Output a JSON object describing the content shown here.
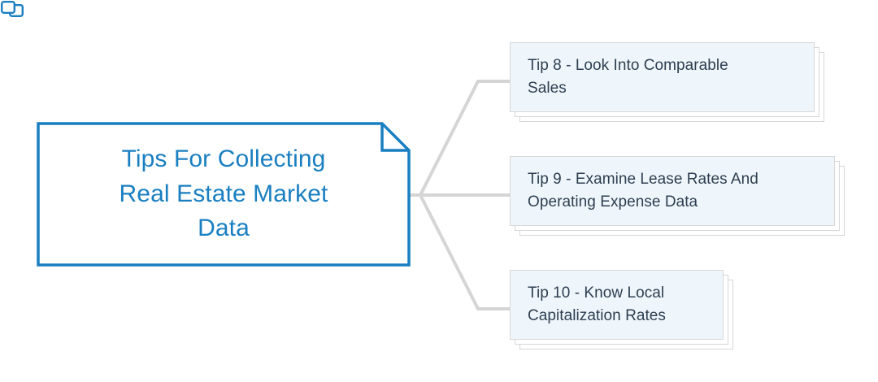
{
  "diagram": {
    "type": "mind-map",
    "background_color": "#ffffff",
    "root": {
      "label": "Tips For Collecting\nReal Estate Market\nData",
      "text_color": "#1a7fc1",
      "border_color": "#1a7fc1",
      "fill_color": "#ffffff",
      "shape": "note-with-folded-corner",
      "icon": "copy-icon",
      "icon_color": "#1a7fc1"
    },
    "connector_color": "#d5d5d5",
    "branches": [
      {
        "id": "tip-8",
        "label": "Tip 8 - Look Into Comparable\nSales",
        "text_color": "#2d3e50",
        "fill_color": "#eff6fb",
        "border_color": "#d7d7d7"
      },
      {
        "id": "tip-9",
        "label": "Tip 9 - Examine Lease Rates And\nOperating Expense Data",
        "text_color": "#2d3e50",
        "fill_color": "#eff6fb",
        "border_color": "#d7d7d7"
      },
      {
        "id": "tip-10",
        "label": "Tip 10 - Know Local\nCapitalization Rates",
        "text_color": "#2d3e50",
        "fill_color": "#eff6fb",
        "border_color": "#d7d7d7"
      }
    ]
  }
}
